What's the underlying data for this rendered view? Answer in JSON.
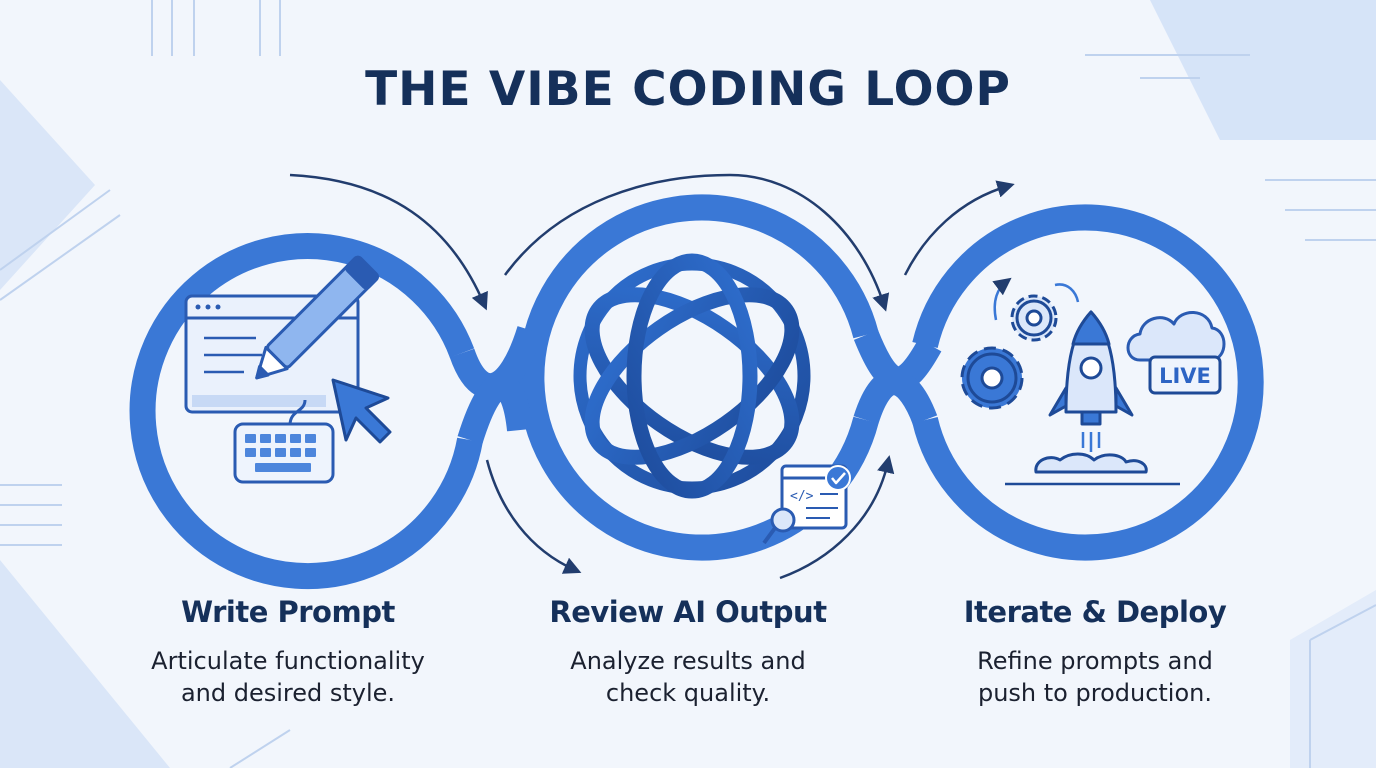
{
  "title": "THE VIBE CODING LOOP",
  "colors": {
    "ring": "#3a78d6",
    "navy": "#15305a",
    "icon_stroke": "#2a5bb2",
    "icon_fill": "#dbe7fa",
    "background": "#f2f6fc"
  },
  "steps": [
    {
      "title": "Write Prompt",
      "description": [
        "Articulate functionality",
        "and desired style."
      ],
      "icons": [
        "browser-window-icon",
        "pencil-icon",
        "cursor-arrow-icon",
        "keyboard-icon"
      ]
    },
    {
      "title": "Review AI Output",
      "description": [
        "Analyze results and",
        "check quality."
      ],
      "icons": [
        "ai-orbit-icon",
        "code-review-icon",
        "magnifier-icon"
      ]
    },
    {
      "title": "Iterate & Deploy",
      "description": [
        "Refine prompts and",
        "push to production."
      ],
      "icons": [
        "gear-icon",
        "rocket-icon",
        "cloud-icon"
      ],
      "badge": "LIVE"
    }
  ]
}
